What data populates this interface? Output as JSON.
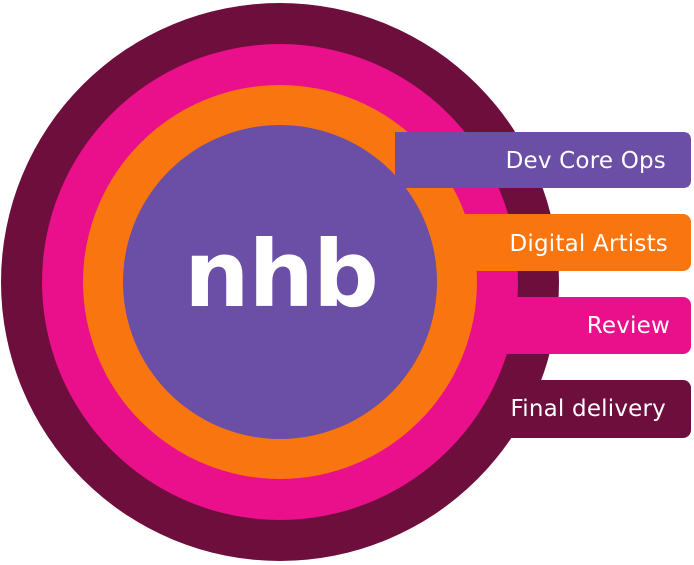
{
  "diagram": {
    "logo": {
      "text": "nhb"
    },
    "layers": [
      {
        "id": "dev-core-ops",
        "label": "Dev Core Ops",
        "color": "#6b4ea5"
      },
      {
        "id": "digital-artists",
        "label": "Digital Artists",
        "color": "#f97510"
      },
      {
        "id": "review",
        "label": "Review",
        "color": "#ea0f8a"
      },
      {
        "id": "final-delivery",
        "label": "Final delivery",
        "color": "#6d0e3d"
      }
    ]
  }
}
